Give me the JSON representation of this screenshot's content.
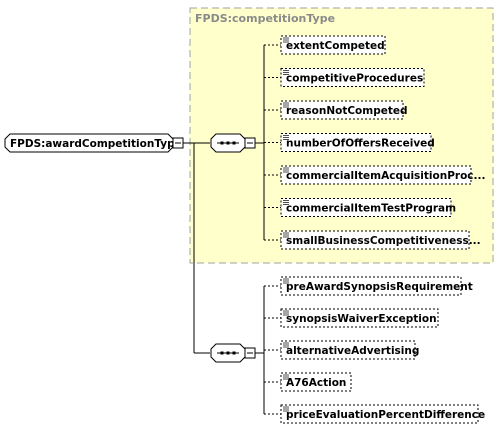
{
  "diagram": {
    "root": {
      "label": "FPDS:awardCompetitionType"
    },
    "group": {
      "title": "FPDS:competitionType"
    },
    "sequences": [
      {
        "id": "seq-competition",
        "elements": [
          "extentCompeted",
          "competitiveProcedures",
          "reasonNotCompeted",
          "numberOfOffersReceived",
          "commercialItemAcquisitionProc...",
          "commercialItemTestProgram",
          "smallBusinessCompetitiveness..."
        ]
      },
      {
        "id": "seq-award",
        "elements": [
          "preAwardSynopsisRequirement",
          "synopsisWaiverException",
          "alternativeAdvertising",
          "A76Action",
          "priceEvaluationPercentDifference"
        ]
      }
    ],
    "colors": {
      "group_fill": "#ffffcc",
      "group_border": "#a0a0a0",
      "line": "#000000",
      "box_fill": "#ffffff",
      "seq_fill": "#ffffff"
    }
  }
}
